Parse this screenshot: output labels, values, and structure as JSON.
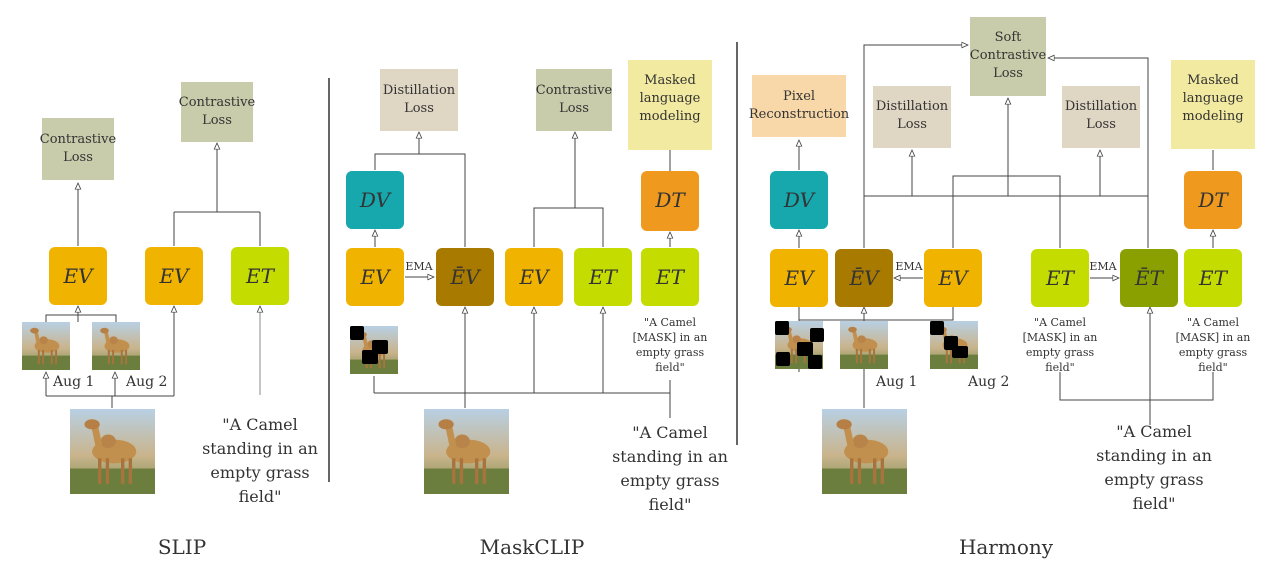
{
  "panels": {
    "slip": {
      "title": "SLIP",
      "contrastive_loss_1": [
        "Contrastive",
        "Loss"
      ],
      "contrastive_loss_2": [
        "Contrastive",
        "Loss"
      ],
      "ev_1": "EV",
      "ev_2": "EV",
      "et": "ET",
      "aug1": "Aug 1",
      "aug2": "Aug 2",
      "caption": [
        "\"A Camel",
        "standing in an",
        "empty grass",
        "field\""
      ]
    },
    "maskclip": {
      "title": "MaskCLIP",
      "distillation_loss": [
        "Distillation",
        "Loss"
      ],
      "contrastive_loss": [
        "Contrastive",
        "Loss"
      ],
      "mlm": [
        "Masked",
        "language",
        "modeling"
      ],
      "dv": "DV",
      "dt": "DT",
      "ev_1": "EV",
      "ev_bar": "ĒV",
      "ev_2": "EV",
      "et_1": "ET",
      "et_2": "ET",
      "ema": "EMA",
      "masked_caption": [
        "\"A Camel",
        "[MASK] in an",
        "empty grass",
        "field\""
      ],
      "caption": [
        "\"A Camel",
        "standing in an",
        "empty grass",
        "field\""
      ]
    },
    "harmony": {
      "title": "Harmony",
      "pixel_recon": [
        "Pixel",
        "Reconstruction"
      ],
      "distillation_loss_1": [
        "Distillation",
        "Loss"
      ],
      "soft_contrastive": [
        "Soft",
        "Contrastive",
        "Loss"
      ],
      "distillation_loss_2": [
        "Distillation",
        "Loss"
      ],
      "mlm": [
        "Masked",
        "language",
        "modeling"
      ],
      "dv": "DV",
      "dt": "DT",
      "ev_1": "EV",
      "ev_bar": "ĒV",
      "ev_2": "EV",
      "et_1": "ET",
      "et_bar": "ĒT",
      "et_2": "ET",
      "ema_1": "EMA",
      "ema_2": "EMA",
      "aug1": "Aug 1",
      "aug2": "Aug 2",
      "masked_caption_1": [
        "\"A Camel",
        "[MASK] in an",
        "empty grass",
        "field\""
      ],
      "masked_caption_2": [
        "\"A Camel",
        "[MASK] in an",
        "empty grass",
        "field\""
      ],
      "caption": [
        "\"A Camel",
        "standing in an",
        "empty grass",
        "field\""
      ]
    }
  },
  "colors": {
    "encoder_v": "#f0b400",
    "encoder_v_ema": "#a87a00",
    "encoder_t": "#c5dc00",
    "encoder_t_ema": "#8aa000",
    "decoder_v": "#17a8ad",
    "decoder_t": "#ef9a1e",
    "loss_contrastive": "#c8ccaa",
    "loss_distill": "#e0d6c4",
    "loss_mlm": "#f2eaa0",
    "loss_pixel": "#f8d8a8",
    "line": "#444444"
  }
}
